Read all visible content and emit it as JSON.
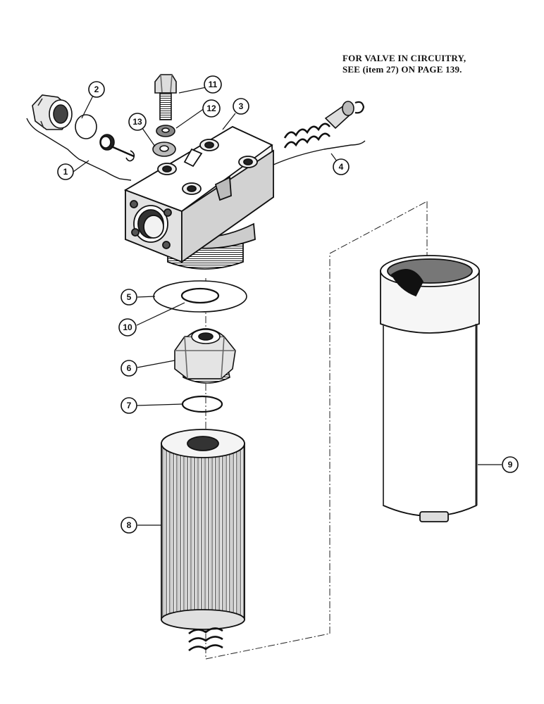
{
  "note": {
    "line1": "FOR VALVE IN CIRCUITRY,",
    "line2": "SEE (item 27) ON PAGE 139."
  },
  "callouts": [
    "1",
    "2",
    "3",
    "4",
    "5",
    "6",
    "7",
    "8",
    "9",
    "10",
    "11",
    "12",
    "13"
  ]
}
